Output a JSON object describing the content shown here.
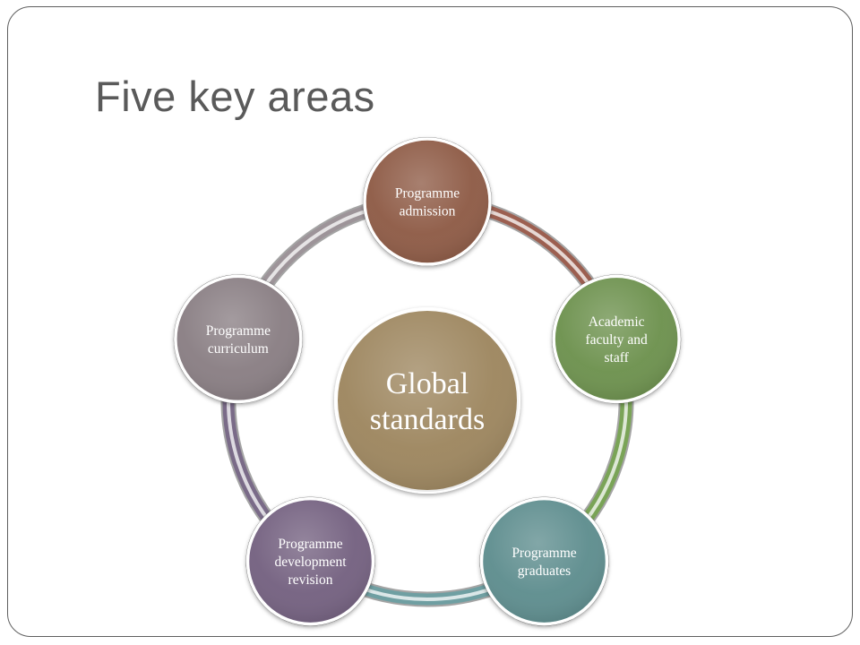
{
  "slide": {
    "title": "Five key areas"
  },
  "diagram": {
    "type": "cycle",
    "center": {
      "lines": [
        "Global",
        "standards"
      ],
      "color": "#9e8760"
    },
    "nodes": [
      {
        "lines": [
          "Programme",
          "admission"
        ],
        "color": "#8f5b47",
        "ring_color": "#9c5f50"
      },
      {
        "lines": [
          "Academic",
          "faculty and",
          "staff"
        ],
        "color": "#6e9250",
        "ring_color": "#7aa457"
      },
      {
        "lines": [
          "Programme",
          "graduates"
        ],
        "color": "#5e8e8f",
        "ring_color": "#6f9fa2"
      },
      {
        "lines": [
          "Programme",
          "development",
          "revision"
        ],
        "color": "#746281",
        "ring_color": "#7a6b88"
      },
      {
        "lines": [
          "Programme",
          "curriculum"
        ],
        "color": "#8a7f84",
        "ring_color": "#9d9499"
      }
    ]
  }
}
